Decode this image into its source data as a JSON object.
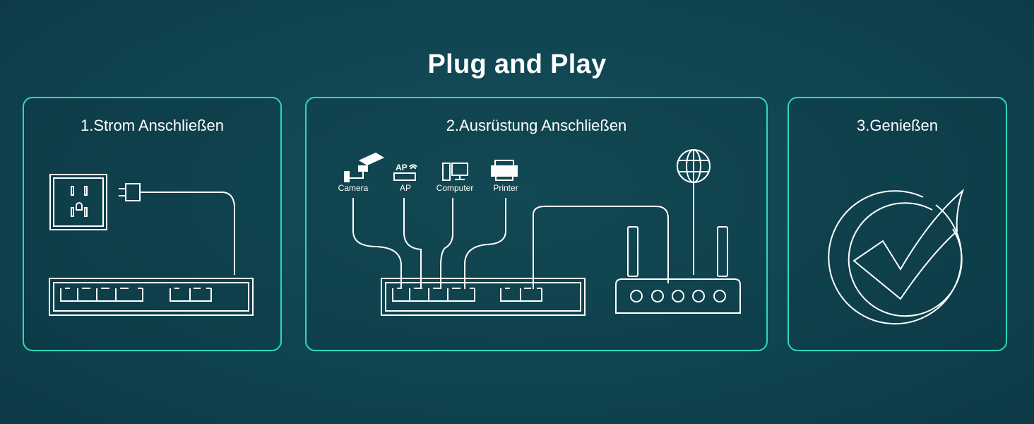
{
  "title": "Plug and Play",
  "steps": [
    {
      "label": "1.Strom Anschließen"
    },
    {
      "label": "2.Ausrüstung Anschließen"
    },
    {
      "label": "3.Genießen"
    }
  ],
  "devices": {
    "camera": "Camera",
    "ap": "AP",
    "ap_icon_text": "AP",
    "computer": "Computer",
    "printer": "Printer"
  },
  "colors": {
    "background": "#0f4450",
    "accent": "#2fd8bd",
    "line": "#ffffff"
  }
}
